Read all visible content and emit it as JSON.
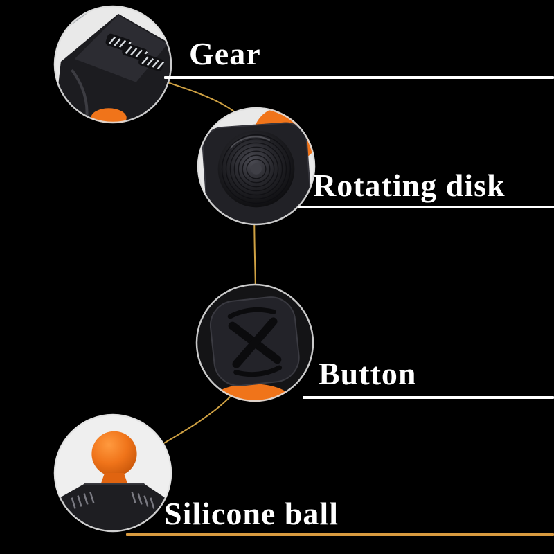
{
  "page": {
    "background": "#000000",
    "text_color": "#ffffff"
  },
  "connector": {
    "color": "#e6b34a"
  },
  "product": {
    "accent_color": "#f0741a",
    "body_color": "#1e1e22"
  },
  "features": [
    {
      "id": "gear",
      "label": "Gear",
      "underline_color": "#ffffff"
    },
    {
      "id": "rotating-disk",
      "label": "Rotating disk",
      "underline_color": "#ffffff"
    },
    {
      "id": "button",
      "label": "Button",
      "underline_color": "#ffffff"
    },
    {
      "id": "silicone-ball",
      "label": "Silicone ball",
      "underline_color": "#d89a3f"
    }
  ]
}
